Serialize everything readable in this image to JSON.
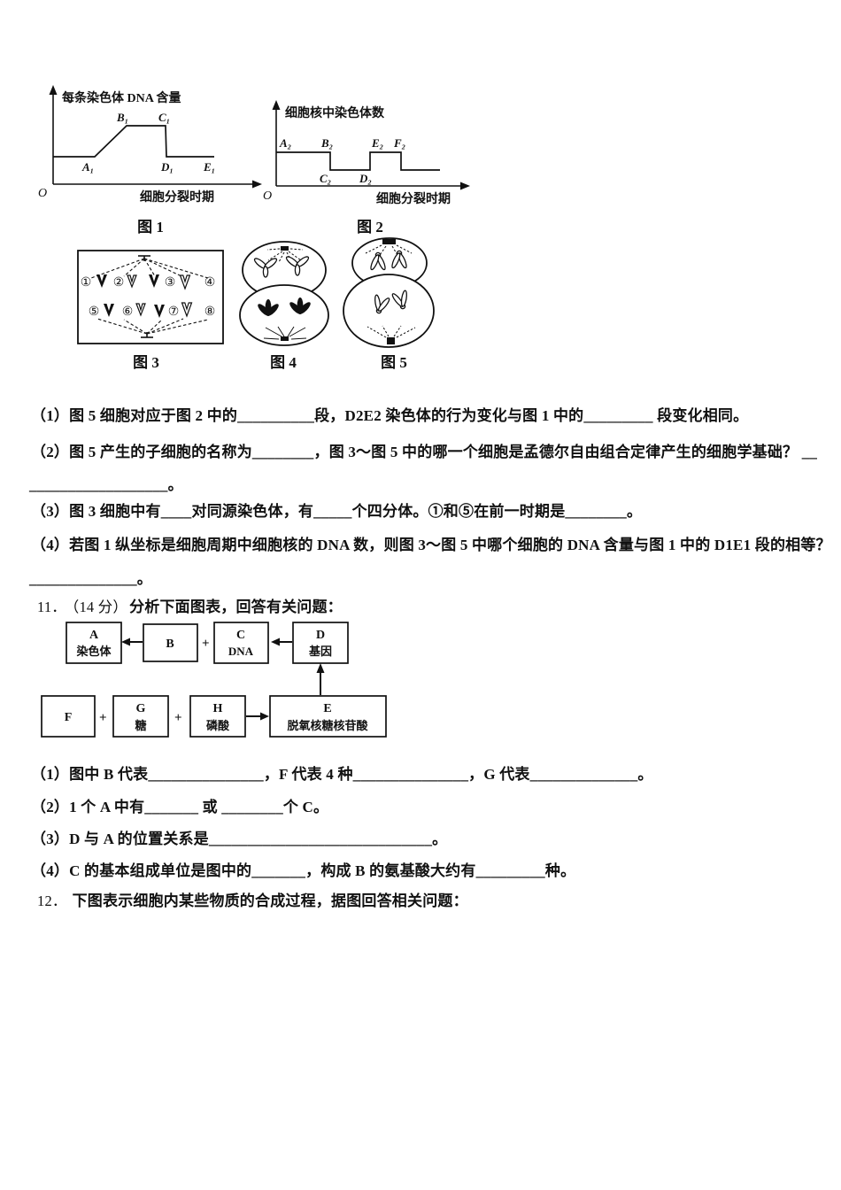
{
  "fig1": {
    "y_axis_label": "每条染色体 DNA 含量",
    "x_axis_label": "细胞分裂时期",
    "origin": "O",
    "points": [
      "A₁",
      "B₁",
      "C₁",
      "D₁",
      "E₁"
    ],
    "caption": "图 1"
  },
  "fig2": {
    "y_axis_label": "细胞核中染色体数",
    "x_axis_label": "细胞分裂时期",
    "origin": "O",
    "points": [
      "A₂",
      "B₂",
      "C₂",
      "D₂",
      "E₂",
      "F₂"
    ],
    "caption": "图 2"
  },
  "fig3": {
    "caption": "图 3",
    "labels": [
      "①",
      "②",
      "③",
      "④",
      "⑤",
      "⑥",
      "⑦",
      "⑧"
    ]
  },
  "fig4": {
    "caption": "图 4"
  },
  "fig5": {
    "caption": "图 5"
  },
  "chart_data": [
    {
      "type": "line",
      "title": "图 1",
      "ylabel": "每条染色体 DNA 含量",
      "xlabel": "细胞分裂时期",
      "segments": "flat low O→A1, rise A1→B1, flat high B1→C1, vertical drop C1→D1, flat low D1→E1",
      "relative_levels": {
        "OA1": 1,
        "B1C1": 2,
        "D1E1": 1
      },
      "point_labels": [
        "A1",
        "B1",
        "C1",
        "D1",
        "E1"
      ],
      "grid": false,
      "legend": false
    },
    {
      "type": "line",
      "title": "图 2",
      "ylabel": "细胞核中染色体数",
      "xlabel": "细胞分裂时期",
      "segments": "flat high A2→B2, drop to low C2→D2, rise to high E2→F2, drop to low after F2",
      "relative_levels": {
        "A2B2": 2,
        "C2D2": 1,
        "E2F2": 2,
        "afterF2": 1
      },
      "point_labels": [
        "A2",
        "B2",
        "C2",
        "D2",
        "E2",
        "F2"
      ],
      "grid": false,
      "legend": false
    }
  ],
  "q10": {
    "items": [
      "（1）图 5 细胞对应于图 2 中的__________段，D2E2 染色体的行为变化与图 1 中的_________ 段变化相同。",
      "（2）图 5 产生的子细胞的名称为________，图 3～图 5 中的哪一个细胞是孟德尔自由组合定律产生的细胞学基础？ __",
      "__________________。",
      "（3）图 3 细胞中有____对同源染色体，有_____个四分体。①和⑤在前一时期是________。",
      "（4）若图 1 纵坐标是细胞周期中细胞核的 DNA 数，则图 3～图 5 中哪个细胞的 DNA 含量与图 1 中的 D1E1 段的相等？",
      "______________。"
    ]
  },
  "q11": {
    "number": "11．",
    "score": "（14 分）",
    "stem": "分析下面图表，回答有关问题：",
    "flowchart": {
      "plus": "+",
      "boxes": {
        "a": {
          "letter": "A",
          "label": "染色体"
        },
        "b": {
          "letter": "B",
          "label": ""
        },
        "c": {
          "letter": "C",
          "label": "DNA"
        },
        "d": {
          "letter": "D",
          "label": "基因"
        },
        "e": {
          "letter": "E",
          "label": "脱氧核糖核苷酸"
        },
        "f": {
          "letter": "F",
          "label": ""
        },
        "g": {
          "letter": "G",
          "label": "糖"
        },
        "h": {
          "letter": "H",
          "label": "磷酸"
        }
      }
    },
    "items": [
      "（1）图中 B 代表_______________，F 代表 4 种_______________，G 代表______________。",
      "（2）1 个 A 中有_______ 或 ________个 C。",
      "（3）D 与 A 的位置关系是_____________________________。",
      "（4）C 的基本组成单位是图中的_______，构成 B 的氨基酸大约有_________种。"
    ]
  },
  "q12": {
    "number": "12．",
    "stem": "下图表示细胞内某些物质的合成过程，据图回答相关问题："
  }
}
